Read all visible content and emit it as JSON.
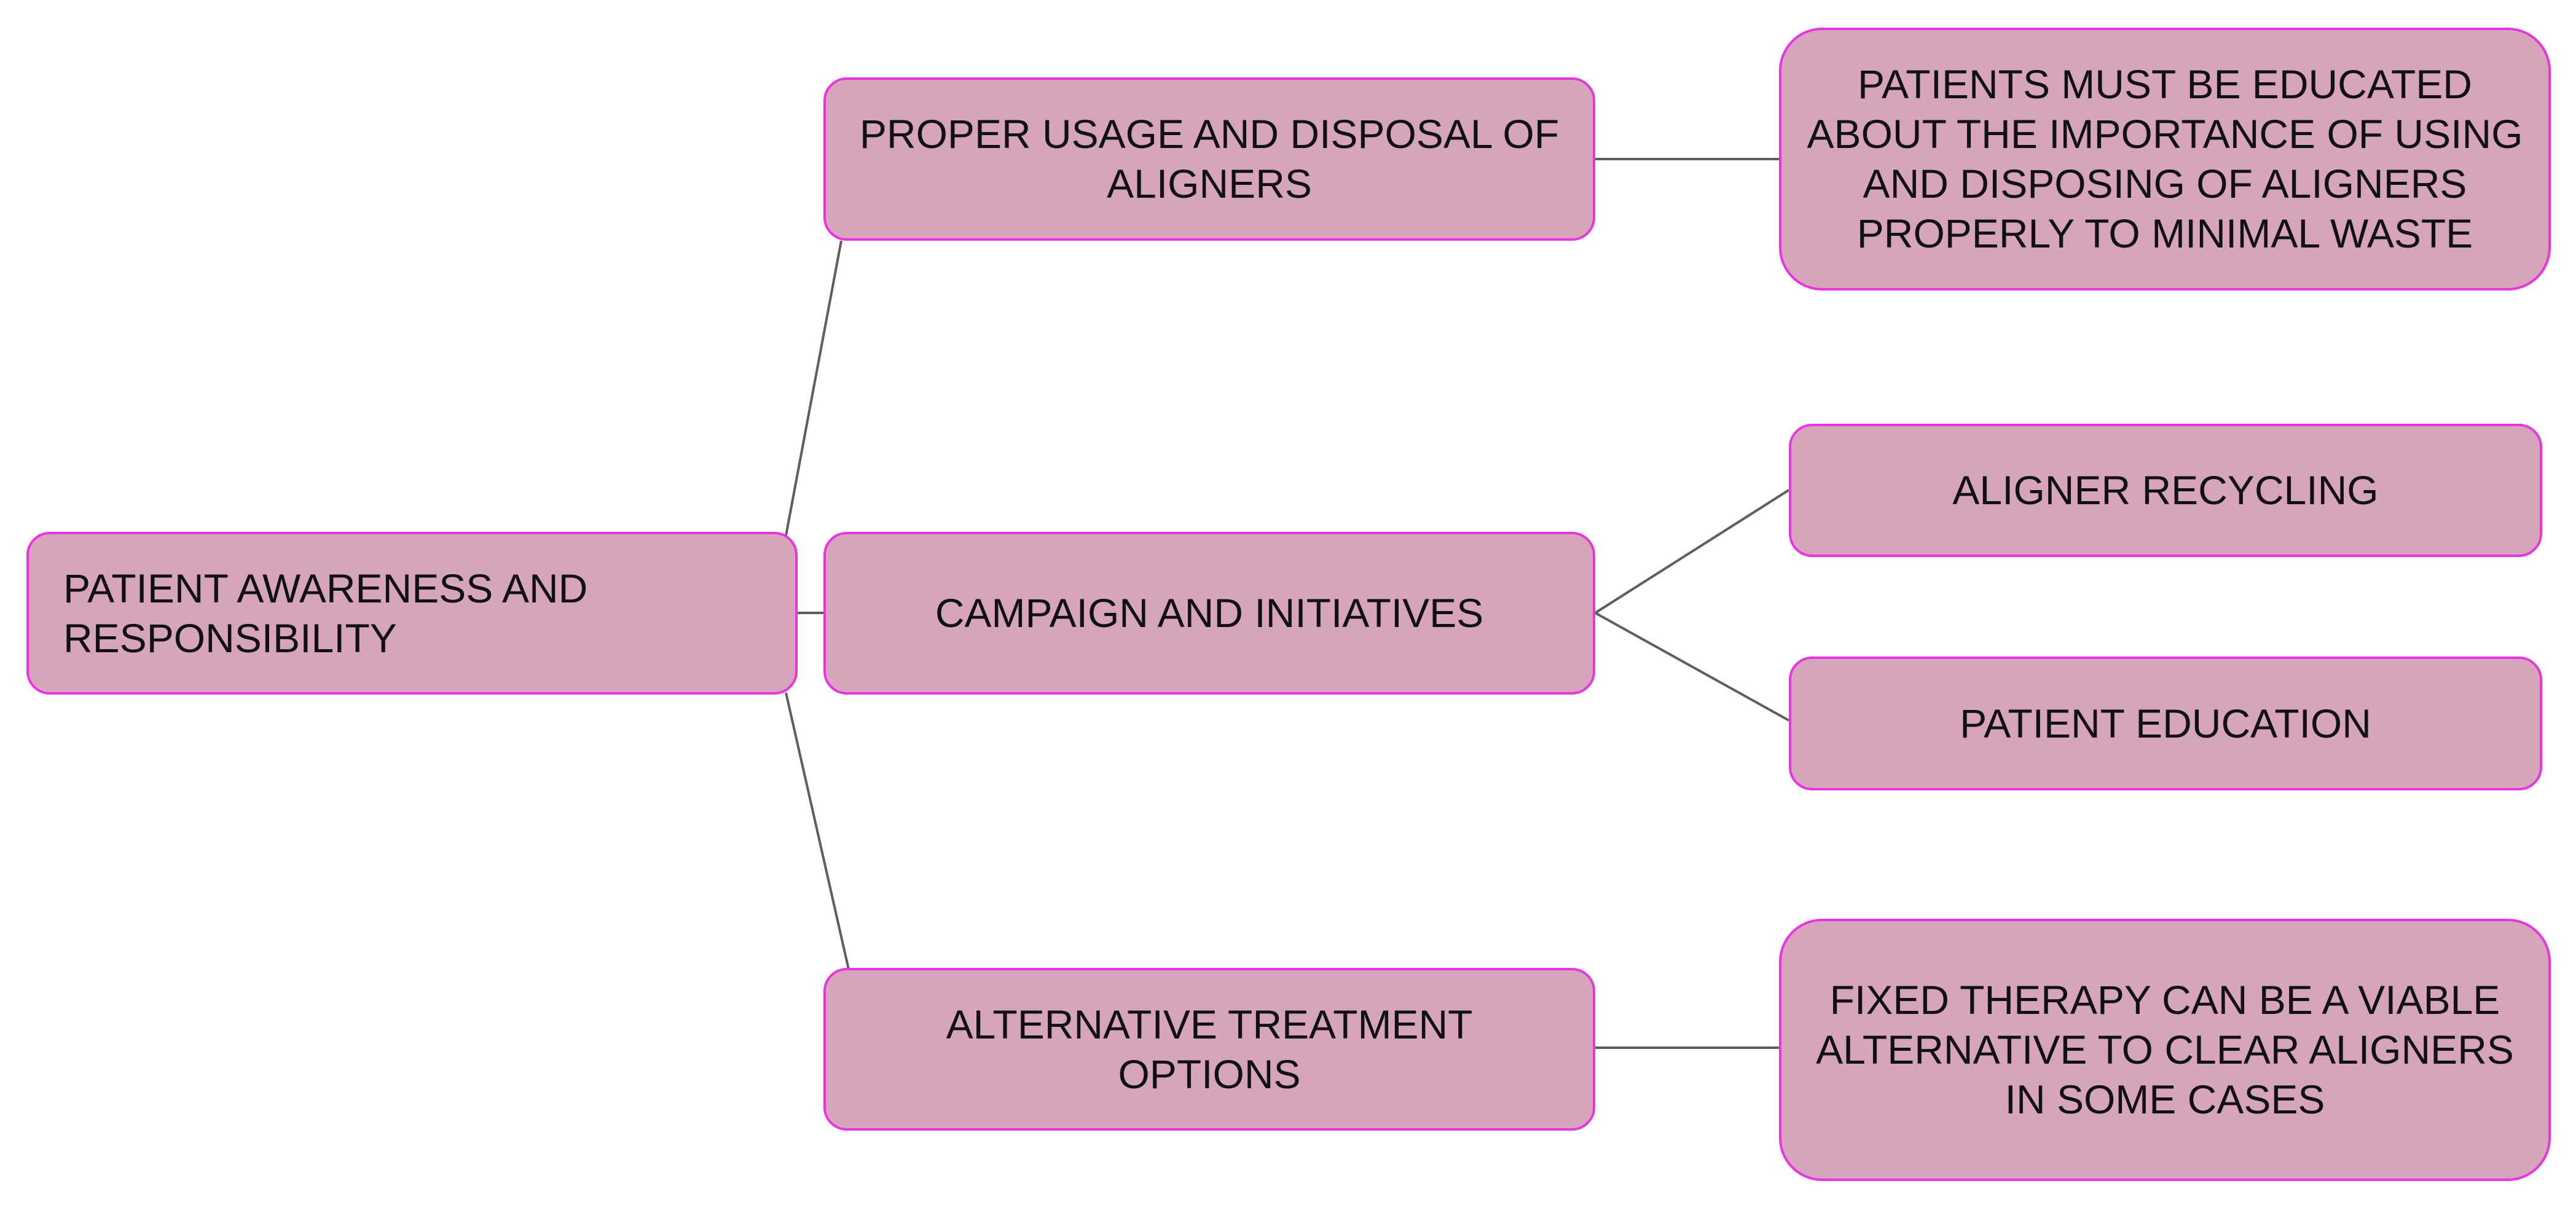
{
  "colors": {
    "node_fill": "#d6a5bc",
    "node_border": "#e935e0",
    "link": "#5e5e5e",
    "text": "#111111"
  },
  "root": {
    "label": "PATIENT AWARENESS AND RESPONSIBILITY"
  },
  "branches": [
    {
      "label": "PROPER USAGE AND DISPOSAL OF ALIGNERS",
      "children": [
        {
          "label": "PATIENTS MUST BE EDUCATED ABOUT THE IMPORTANCE OF USING AND DISPOSING OF ALIGNERS PROPERLY TO MINIMAL WASTE"
        }
      ]
    },
    {
      "label": "CAMPAIGN AND INITIATIVES",
      "children": [
        {
          "label": "ALIGNER RECYCLING"
        },
        {
          "label": "PATIENT EDUCATION"
        }
      ]
    },
    {
      "label": "ALTERNATIVE TREATMENT OPTIONS",
      "children": [
        {
          "label": "FIXED THERAPY CAN BE A VIABLE ALTERNATIVE TO CLEAR ALIGNERS IN SOME CASES"
        }
      ]
    }
  ]
}
